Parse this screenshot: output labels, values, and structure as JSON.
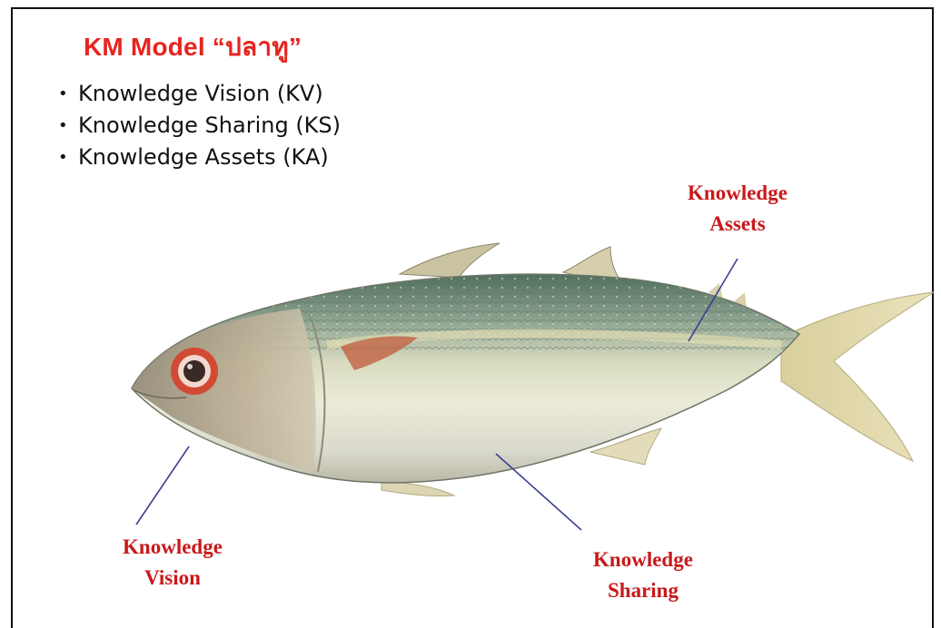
{
  "title": "KM Model “ปลาทู”",
  "bullets": [
    "Knowledge Vision (KV)",
    "Knowledge Sharing (KS)",
    "Knowledge Assets (KA)"
  ],
  "bullet_marker": "•",
  "labels": {
    "assets": [
      "Knowledge",
      "Assets"
    ],
    "vision": [
      "Knowledge",
      "Vision"
    ],
    "sharing": [
      "Knowledge",
      "Sharing"
    ]
  },
  "colors": {
    "title": "#e8231e",
    "label": "#c8191b",
    "pointer_line": "#3a3f8f",
    "frame": "#111111"
  },
  "image": {
    "subject": "mackerel-fish"
  }
}
